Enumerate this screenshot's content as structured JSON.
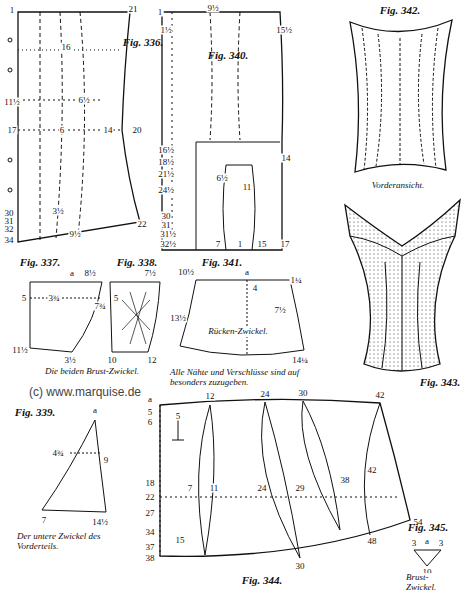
{
  "diagram": {
    "labels": [
      "Fig. 336.",
      "1",
      "21",
      "16",
      "11½",
      "6½",
      "17",
      "6",
      "14",
      "20",
      "30",
      "3½",
      "31",
      "32",
      "34",
      "9½",
      "22",
      "9½",
      "1",
      "1½",
      "15½",
      "Fig. 340.",
      "16½",
      "18½",
      "14",
      "21½",
      "24½",
      "6½",
      "11",
      "30",
      "31",
      "31½",
      "32½",
      "7",
      "1",
      "15",
      "17",
      "Fig. 342.",
      "Vorderansicht.",
      "Fig. 343.",
      "Fig. 337.",
      "a",
      "8½",
      "5",
      "3¾",
      "7¾",
      "11½",
      "3½",
      "Fig. 338.",
      "7½",
      "5",
      "10",
      "12",
      "Die beiden Brust-Zwickel.",
      "Fig. 341.",
      "10½",
      "a",
      "4",
      "1¼",
      "13½",
      "7½",
      "Rücken-Zwickel.",
      "14¼",
      "Alle Nähte und Verschlüsse sind auf besonders zuzugeben.",
      "(c) www.marquise.de",
      "Fig. 339.",
      "a",
      "4¾",
      "9",
      "7",
      "14½",
      "Der untere Zwickel des Vorderteils.",
      "a",
      "5",
      "6",
      "18",
      "22",
      "27",
      "34",
      "37",
      "38",
      "5",
      "12",
      "24",
      "30",
      "42",
      "7",
      "11",
      "24",
      "29",
      "38",
      "42",
      "15",
      "30",
      "48",
      "54",
      "Fig. 344.",
      "Fig. 345.",
      "3",
      "a",
      "3",
      "10",
      "Brust-Zwickel."
    ]
  }
}
